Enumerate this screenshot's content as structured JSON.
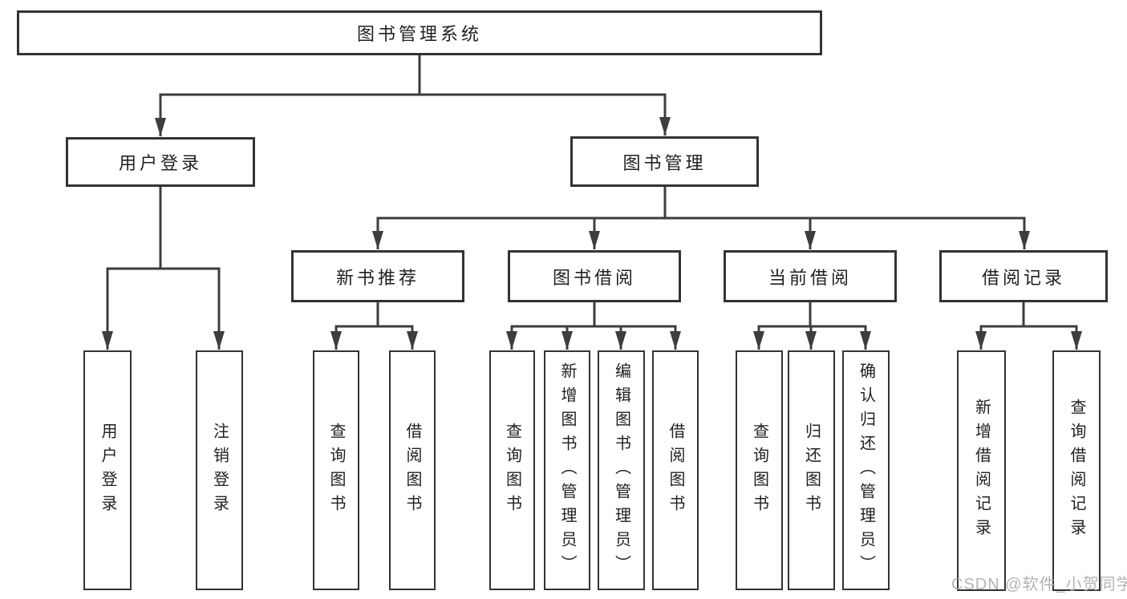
{
  "diagram_type": "hierarchy-tree",
  "tree": {
    "label": "图书管理系统",
    "children": [
      {
        "label": "用户登录",
        "children": [
          {
            "label": "用户登录"
          },
          {
            "label": "注销登录"
          }
        ]
      },
      {
        "label": "图书管理",
        "children": [
          {
            "label": "新书推荐",
            "children": [
              {
                "label": "查询图书"
              },
              {
                "label": "借阅图书"
              }
            ]
          },
          {
            "label": "图书借阅",
            "children": [
              {
                "label": "查询图书"
              },
              {
                "label": "新增图书（管理员）"
              },
              {
                "label": "编辑图书（管理员）"
              },
              {
                "label": "借阅图书"
              }
            ]
          },
          {
            "label": "当前借阅",
            "children": [
              {
                "label": "查询图书"
              },
              {
                "label": "归还图书"
              },
              {
                "label": "确认归还（管理员）"
              }
            ]
          },
          {
            "label": "借阅记录",
            "children": [
              {
                "label": "新增借阅记录"
              },
              {
                "label": "查询借阅记录"
              }
            ]
          }
        ]
      }
    ]
  },
  "watermark": {
    "text": "CSDN @软件_小贺同学"
  },
  "colors": {
    "background": "#ffffff",
    "box_border": "#333333",
    "connector_line": "#3d3d3d",
    "text": "#212121",
    "watermark_text": "#acacac"
  }
}
